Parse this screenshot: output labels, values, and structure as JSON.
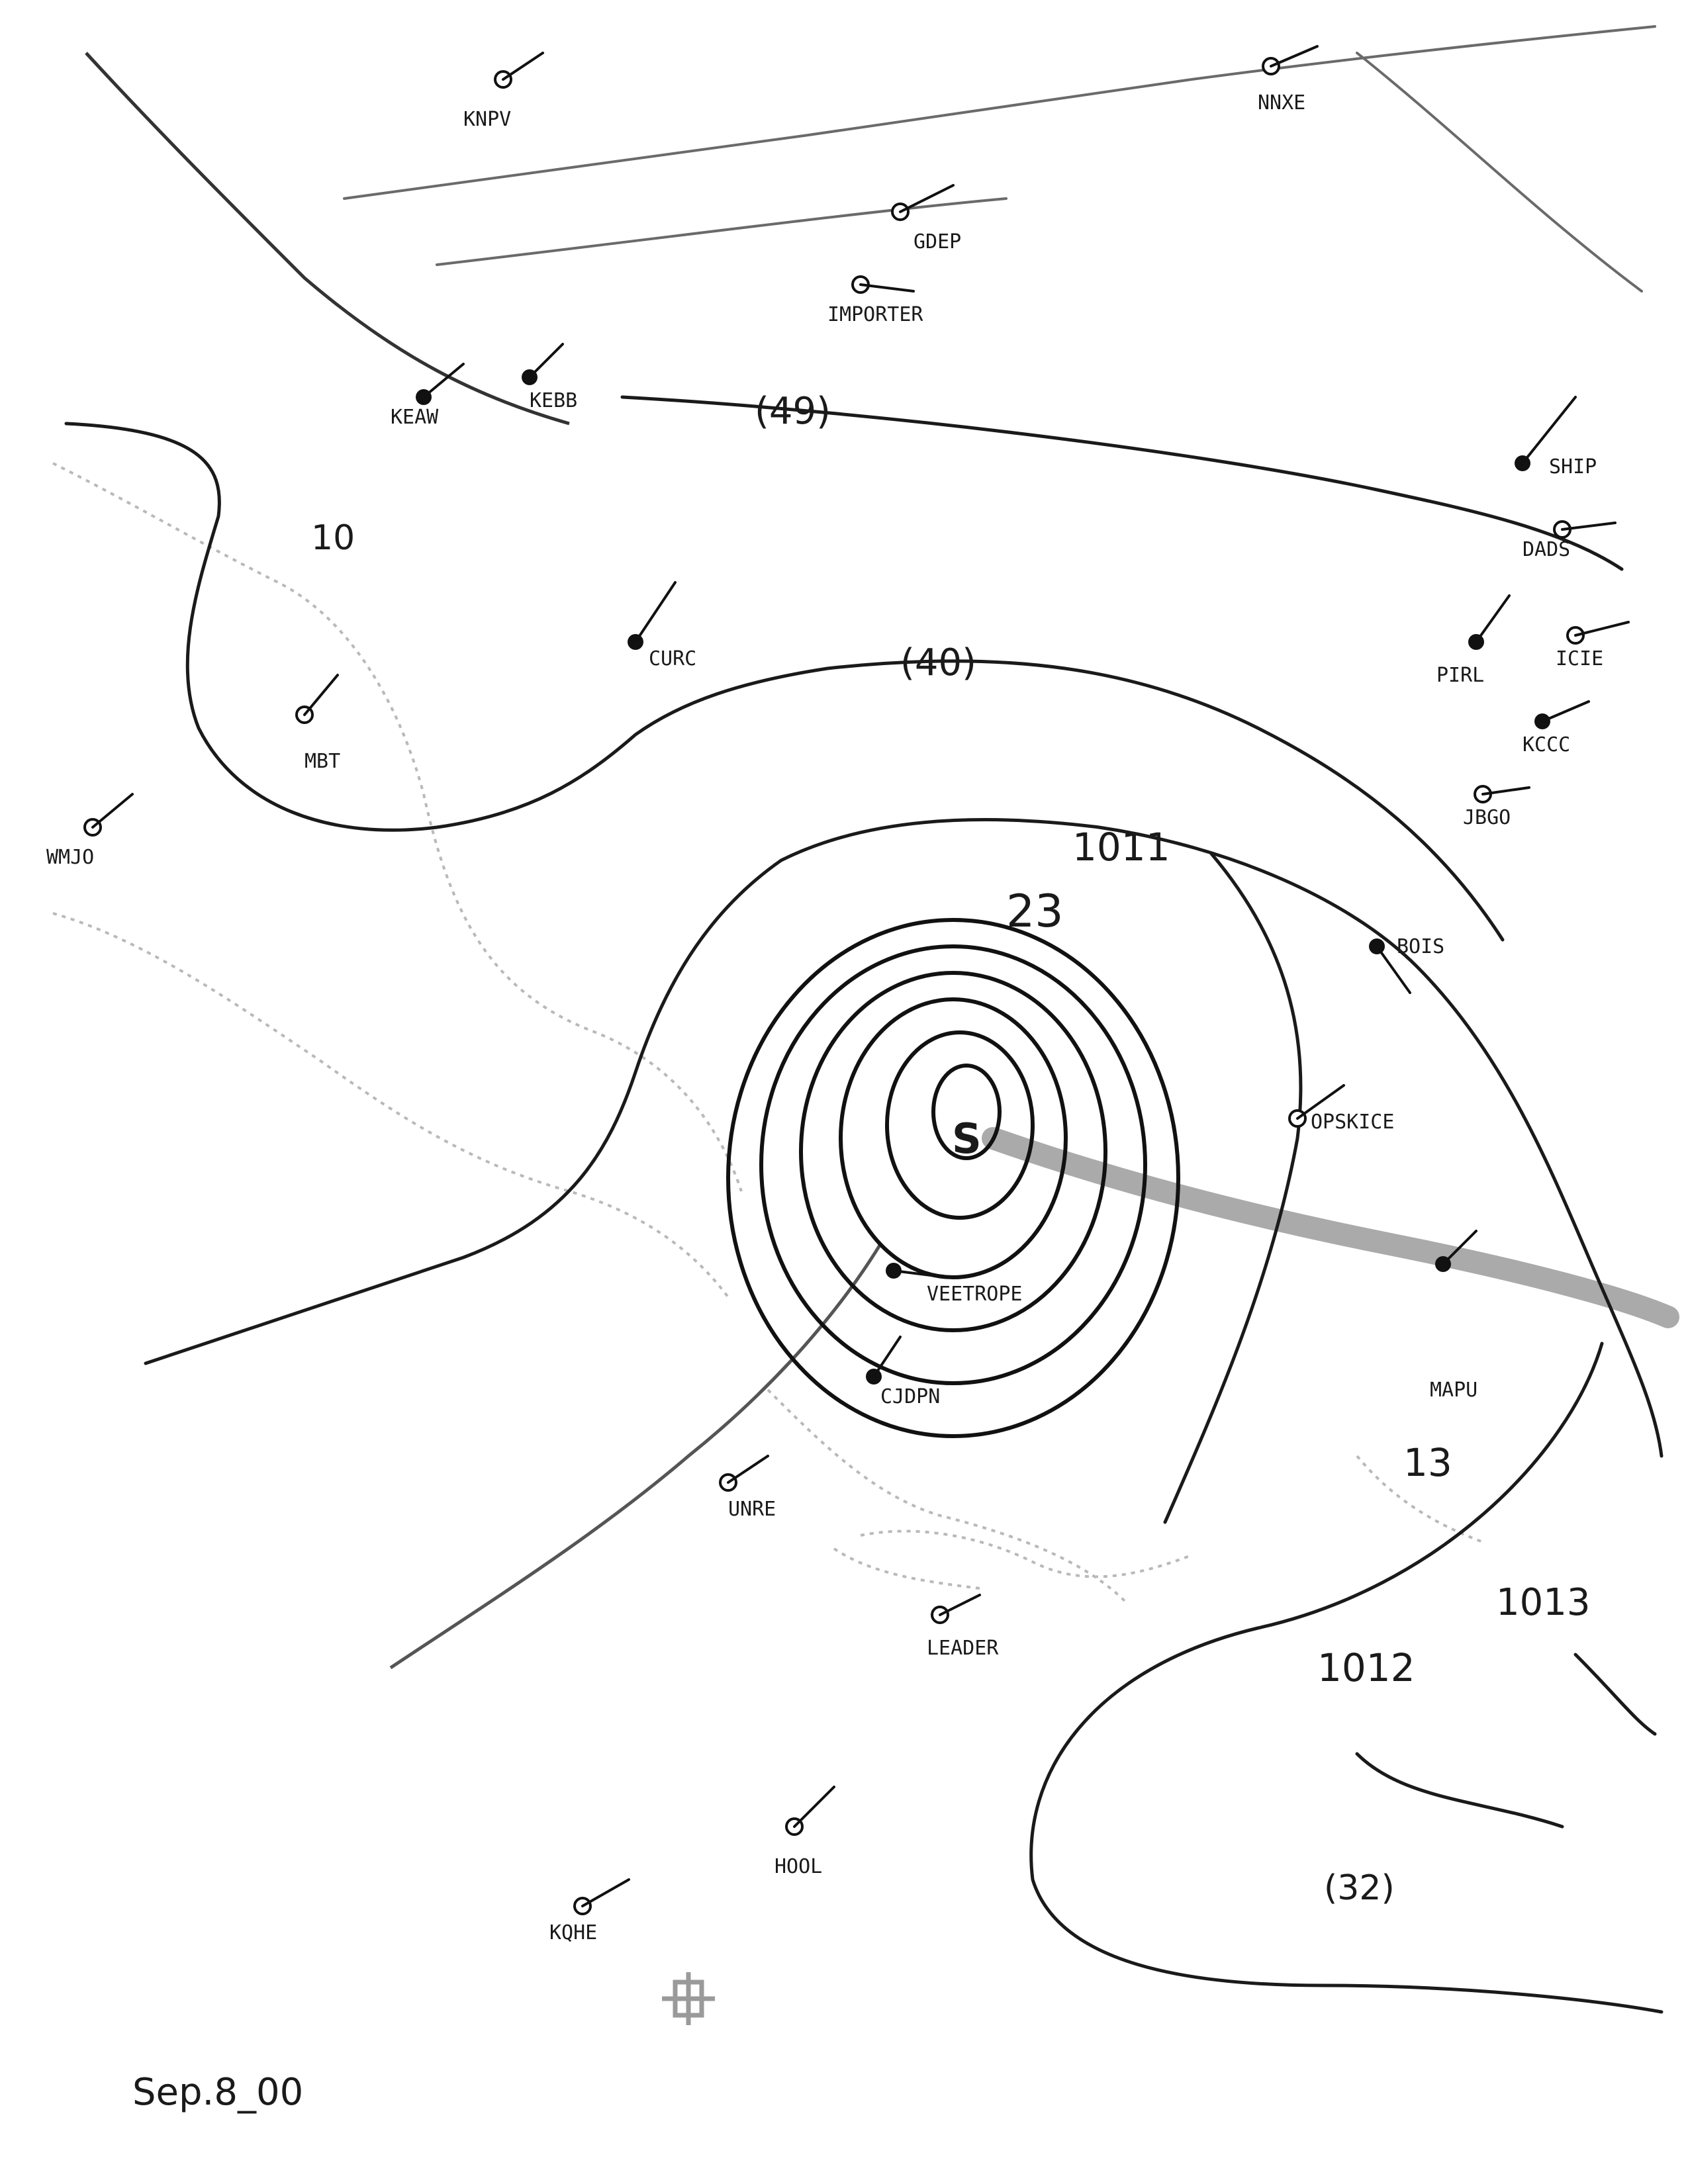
{
  "map": {
    "date_label": "Sep.8_00",
    "center_symbol": "S",
    "isobar_labels": {
      "p1011": "1011",
      "p1012": "1012",
      "p1013": "1013",
      "p23": "23",
      "p40": "(40)",
      "p49": "(49)",
      "p32": "(32)",
      "p10": "10",
      "p13": "13"
    },
    "station_labels": {
      "knpv": "KNPV",
      "nnxe": "NNXE",
      "gdep": "GDEP",
      "importer": "IMPORTER",
      "keaw": "KEAW",
      "kebb": "KEBB",
      "ship": "SHIP",
      "dads": "DADS",
      "pirl": "PIRL",
      "icie": "ICIE",
      "kccc": "KCCC",
      "jbgo": "JBGO",
      "curc": "CURC",
      "mbt": "MBT",
      "wmjo": "WMJO",
      "bois": "BOIS",
      "opskice": "OPSKICE",
      "veetrope": "VEETROPE",
      "cjdpn": "CJDPN",
      "mapu": "MAPU",
      "unre": "UNRE",
      "leader": "LEADER",
      "hool": "HOOL",
      "kqhe": "KQHE"
    }
  }
}
